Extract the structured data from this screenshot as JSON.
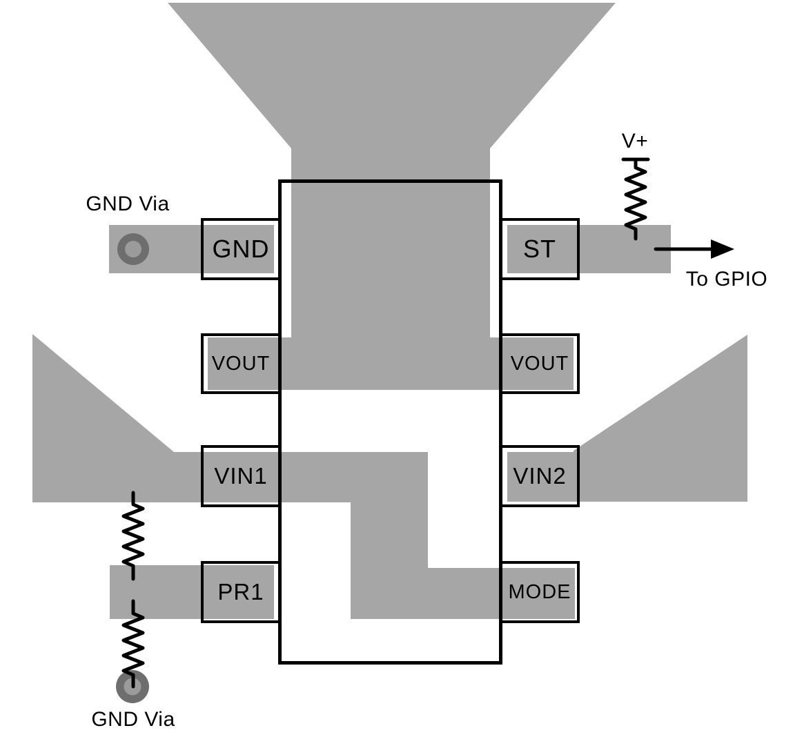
{
  "colors": {
    "copper": "#a6a6a6",
    "via_ring": "#6e6e6e",
    "via_center": "#9b9b9b",
    "line": "#000000"
  },
  "ic": {
    "left_pins": [
      {
        "label": "GND"
      },
      {
        "label": "VOUT"
      },
      {
        "label": "VIN1"
      },
      {
        "label": "PR1"
      }
    ],
    "right_pins": [
      {
        "label": "ST"
      },
      {
        "label": "VOUT"
      },
      {
        "label": "VIN2"
      },
      {
        "label": "MODE"
      }
    ]
  },
  "annotations": {
    "top_via_label": "GND Via",
    "bottom_via_label": "GND Via",
    "pullup_rail_label": "V+",
    "arrow_label": "To GPIO"
  }
}
